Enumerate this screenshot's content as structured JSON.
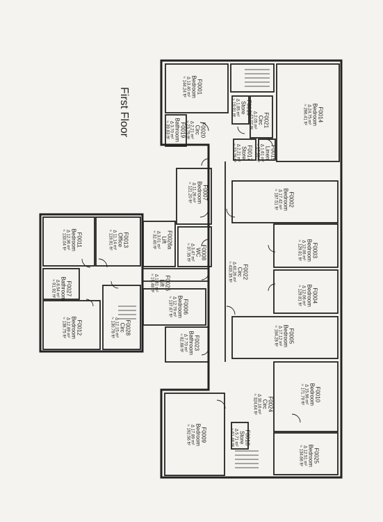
{
  "floor_title": "First Floor",
  "rooms": [
    {
      "code": "F0001",
      "use": "Bedroom",
      "area_m2": "Δ 13.40 m²",
      "area_ft2": "≈ 144.24 ft²"
    },
    {
      "code": "F0016",
      "use": "Store",
      "area_m2": "Δ 1.85 m²",
      "area_ft2": "≈ 19.91 ft²"
    },
    {
      "code": "F0021",
      "use": "Circ",
      "area_m2": "Δ 2.05 m²",
      "area_ft2": "≈ 22.07 ft²"
    },
    {
      "code": "F0014",
      "use": "Bedroom",
      "area_m2": "Δ 24.75 m²",
      "area_ft2": "≈ 266.41 ft²"
    },
    {
      "code": "F0019",
      "use": "Bathroom",
      "area_m2": "Δ 3.70 m²",
      "area_ft2": "≈ 39.83 ft²"
    },
    {
      "code": "F0020",
      "use": "Circ",
      "area_m2": "Δ 2.21 m²",
      "area_ft2": "≈ 23.79 ft²"
    },
    {
      "code": "F0017",
      "use": "Store",
      "area_m2": "Δ 2.21 m²",
      "area_ft2": "≈ 23.79 ft²"
    },
    {
      "code": "F0015",
      "use": "Linen",
      "area_m2": "Δ 1.61 m²",
      "area_ft2": "≈ 17.33 ft²"
    },
    {
      "code": "F0007",
      "use": "Bedroom",
      "area_m2": "Δ 11.26 m²",
      "area_ft2": "≈ 121.20 ft²"
    },
    {
      "code": "F0002",
      "use": "Bedroom",
      "area_m2": "Δ 17.42 m²",
      "area_ft2": "≈ 187.51 ft²"
    },
    {
      "code": "F0011",
      "use": "Bedroom",
      "area_m2": "Δ 12.36 m²",
      "area_ft2": "≈ 133.04 ft²"
    },
    {
      "code": "F0013",
      "use": "Office",
      "area_m2": "Δ 11.14 m²",
      "area_ft2": "≈ 119.91 ft²"
    },
    {
      "code": "F0026a",
      "use": "Lift",
      "area_m2": "Δ 3.01 m²",
      "area_ft2": "≈ 32.40 ft²"
    },
    {
      "code": "F0008",
      "use": "WC",
      "area_m2": "Δ 3.47 m²",
      "area_ft2": "≈ 37.35 ft²"
    },
    {
      "code": "F0003",
      "use": "Bedroom",
      "area_m2": "Δ 12.06 m²",
      "area_ft2": "≈ 129.81 ft²"
    },
    {
      "code": "F0022",
      "use": "Circ",
      "area_m2": "Δ 40.26 m²",
      "area_ft2": "≈ 433.35 ft²"
    },
    {
      "code": "F0027",
      "use": "Bathroom",
      "area_m2": "Δ 8.54 m²",
      "area_ft2": "≈ 91.92 ft²"
    },
    {
      "code": "F0026",
      "use": "Lift",
      "area_m2": "Δ 1.81 m²",
      "area_ft2": "≈ 19.48 ft²"
    },
    {
      "code": "F0004",
      "use": "Bedroom",
      "area_m2": "Δ 12.06 m²",
      "area_ft2": "≈ 129.81 ft²"
    },
    {
      "code": "F0006",
      "use": "Bedroom",
      "area_m2": "Δ 12.79 m²",
      "area_ft2": "≈ 137.67 ft²"
    },
    {
      "code": "F0012",
      "use": "Bedroom",
      "area_m2": "Δ 12.89 m²",
      "area_ft2": "≈ 138.75 ft²"
    },
    {
      "code": "F0028",
      "use": "Circ",
      "area_m2": "Δ 12.15 m²",
      "area_ft2": "≈ 130.78 ft²"
    },
    {
      "code": "F0023",
      "use": "Bathroom",
      "area_m2": "Δ 7.70 m²",
      "area_ft2": "≈ 82.88 ft²"
    },
    {
      "code": "F0005",
      "use": "Bedroom",
      "area_m2": "Δ 17.12 m²",
      "area_ft2": "≈ 184.28 ft²"
    },
    {
      "code": "F0010",
      "use": "Bedroom",
      "area_m2": "Δ 15.96 m²",
      "area_ft2": "≈ 171.79 ft²"
    },
    {
      "code": "F0024",
      "use": "Circ",
      "area_m2": "Δ 30.16 m²",
      "area_ft2": "≈ 324.64 ft²"
    },
    {
      "code": "F0009",
      "use": "Bedroom",
      "area_m2": "Δ 17.89 m²",
      "area_ft2": "≈ 192.56 ft²"
    },
    {
      "code": "F0018",
      "use": "Store",
      "area_m2": "Δ 5.71 m²",
      "area_ft2": "≈ 61.46 ft²"
    },
    {
      "code": "F0025",
      "use": "Bedroom",
      "area_m2": "Δ 12.51 m²",
      "area_ft2": "≈ 134.66 ft²"
    }
  ]
}
